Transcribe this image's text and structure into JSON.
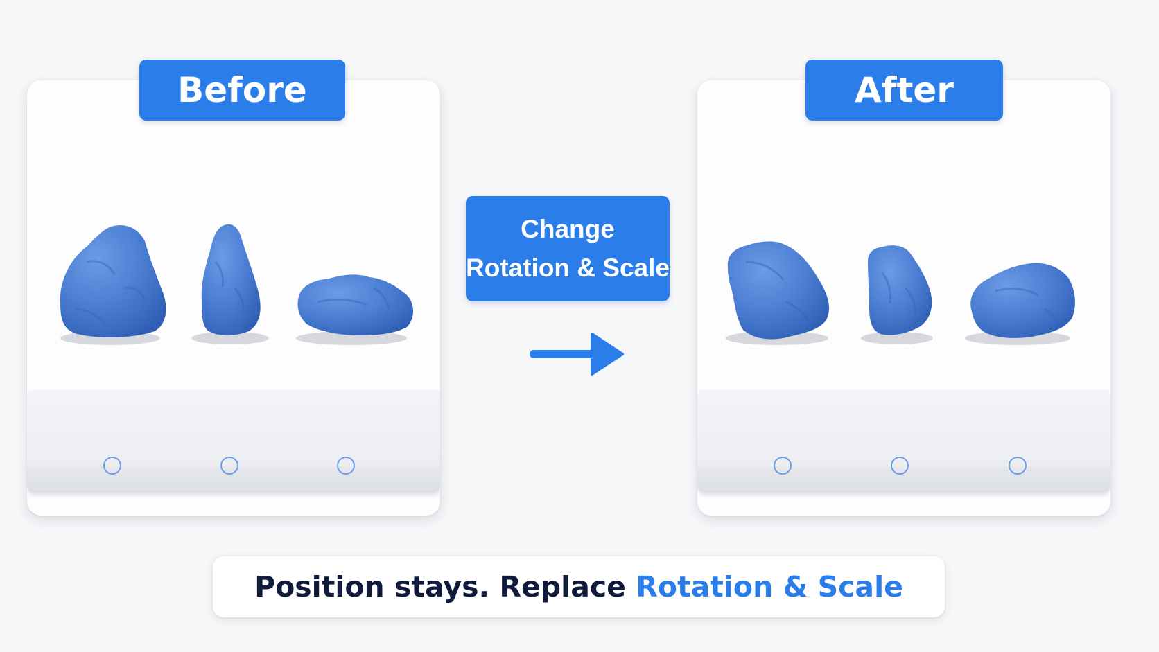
{
  "before_panel": {
    "title": "Before"
  },
  "after_panel": {
    "title": "After"
  },
  "transform_box": {
    "line1": "Change",
    "line2": "Rotation & Scale"
  },
  "caption": {
    "plain_text": "Position stays. Replace ",
    "highlight_text": "Rotation & Scale"
  },
  "icons": {
    "arrow": "arrow-right-icon",
    "marker": "circle-marker-icon"
  },
  "colors": {
    "accent_blue": "#2b7de9",
    "rock_blue": "#4c7fd4",
    "caption_text": "#101a3a",
    "marker_ring": "#6f9ee6"
  }
}
